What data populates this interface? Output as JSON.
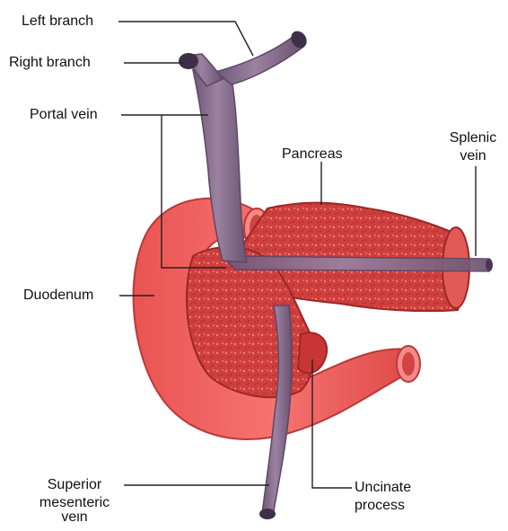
{
  "diagram": {
    "labels": {
      "left_branch": "Left branch",
      "right_branch": "Right branch",
      "portal_vein": "Portal vein",
      "pancreas": "Pancreas",
      "splenic_vein": [
        "Splenic",
        "vein"
      ],
      "duodenum": "Duodenum",
      "sup_mesenteric_vein": [
        "Superior",
        "mesenteric",
        "vein"
      ],
      "uncinate_process": [
        "Uncinate",
        "process"
      ]
    },
    "colors": {
      "vein": "#8a6e8e",
      "vein_dark": "#5d4766",
      "duodenum": "#f0605e",
      "duodenum_dark": "#c83d3b",
      "pancreas": "#d4413f",
      "pancreas_dark": "#a82b2a",
      "leader": "#222222"
    }
  }
}
